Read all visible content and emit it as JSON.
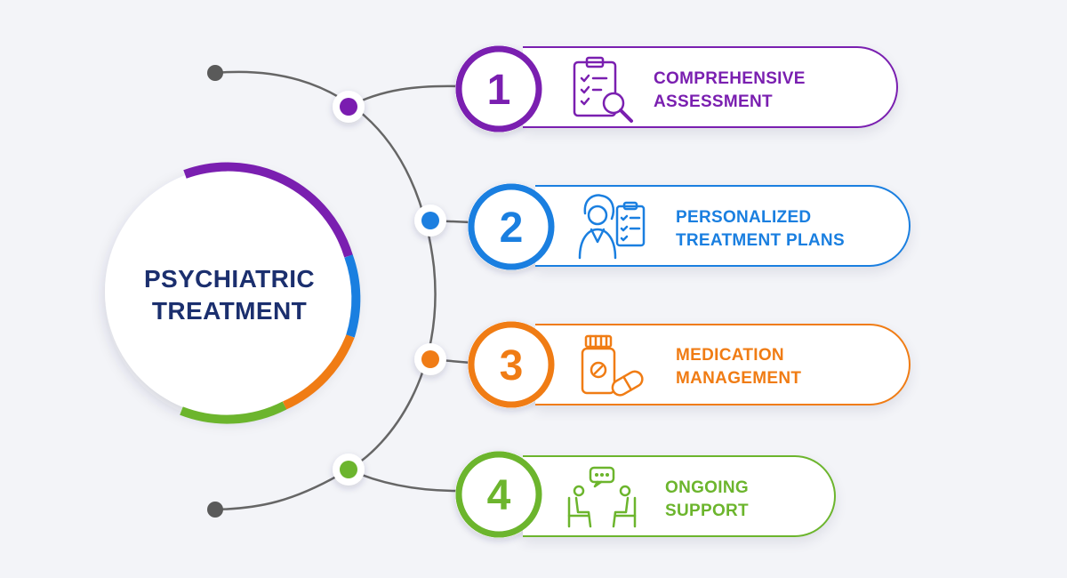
{
  "center": {
    "title_line1": "PSYCHIATRIC",
    "title_line2": "TREATMENT"
  },
  "steps": [
    {
      "number": "1",
      "line1": "COMPREHENSIVE",
      "line2": "ASSESSMENT",
      "icon": "clipboard-magnifier-icon",
      "color": "#7a1fb0"
    },
    {
      "number": "2",
      "line1": "PERSONALIZED",
      "line2": "TREATMENT PLANS",
      "icon": "doctor-checklist-icon",
      "color": "#1a7fe0"
    },
    {
      "number": "3",
      "line1": "MEDICATION",
      "line2": "MANAGEMENT",
      "icon": "pill-bottle-icon",
      "color": "#f07c14"
    },
    {
      "number": "4",
      "line1": "ONGOING",
      "line2": "SUPPORT",
      "icon": "counseling-session-icon",
      "color": "#6cb52d"
    }
  ],
  "colors": {
    "title": "#1b2f6e",
    "connector": "#666666",
    "end_dot": "#5a5a5a"
  }
}
